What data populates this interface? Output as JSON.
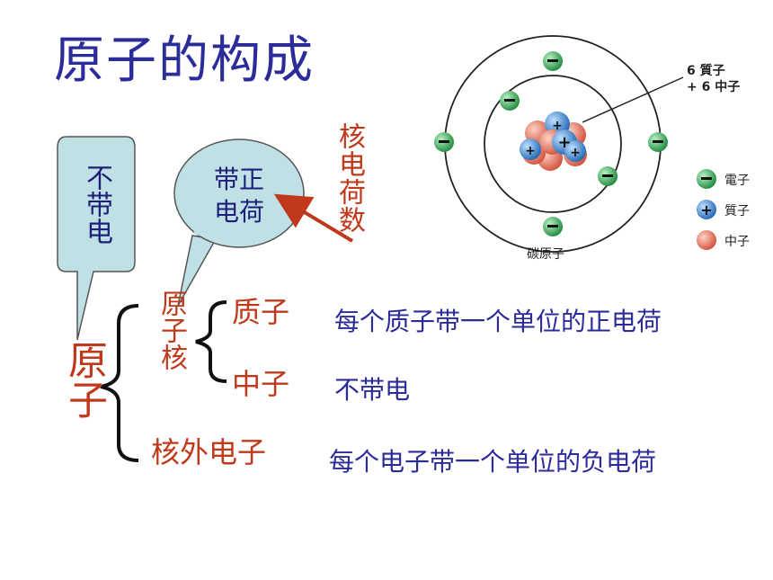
{
  "title": "原子的构成",
  "bubbles": {
    "neutral_label": "不带电",
    "positive_label_line1": "带正",
    "positive_label_line2": "电荷"
  },
  "nuclear_charge_label": "核电荷数",
  "tree": {
    "root": "原子",
    "nucleus": "原子核",
    "proton": "质子",
    "neutron": "中子",
    "electron": "核外电子"
  },
  "descriptions": {
    "proton": "每个质子带一个单位的正电荷",
    "neutron": "不带电",
    "electron": "每个电子带一个单位的负电荷"
  },
  "atom_figure": {
    "nucleus_callout_line1": "6 質子",
    "nucleus_callout_line2": "+ 6 中子",
    "caption": "碳原子",
    "legend": [
      {
        "label": "電子",
        "symbol": "−",
        "color": "#2e9b4a"
      },
      {
        "label": "質子",
        "symbol": "+",
        "color": "#2f7fd0"
      },
      {
        "label": "中子",
        "symbol": "",
        "color": "#e0705a"
      }
    ]
  },
  "colors": {
    "title": "#2b2b9a",
    "tree_text": "#c0391b",
    "description_text": "#2b2b9a",
    "bubble_fill": "#bfe0e4",
    "arrow": "#c0391b"
  }
}
